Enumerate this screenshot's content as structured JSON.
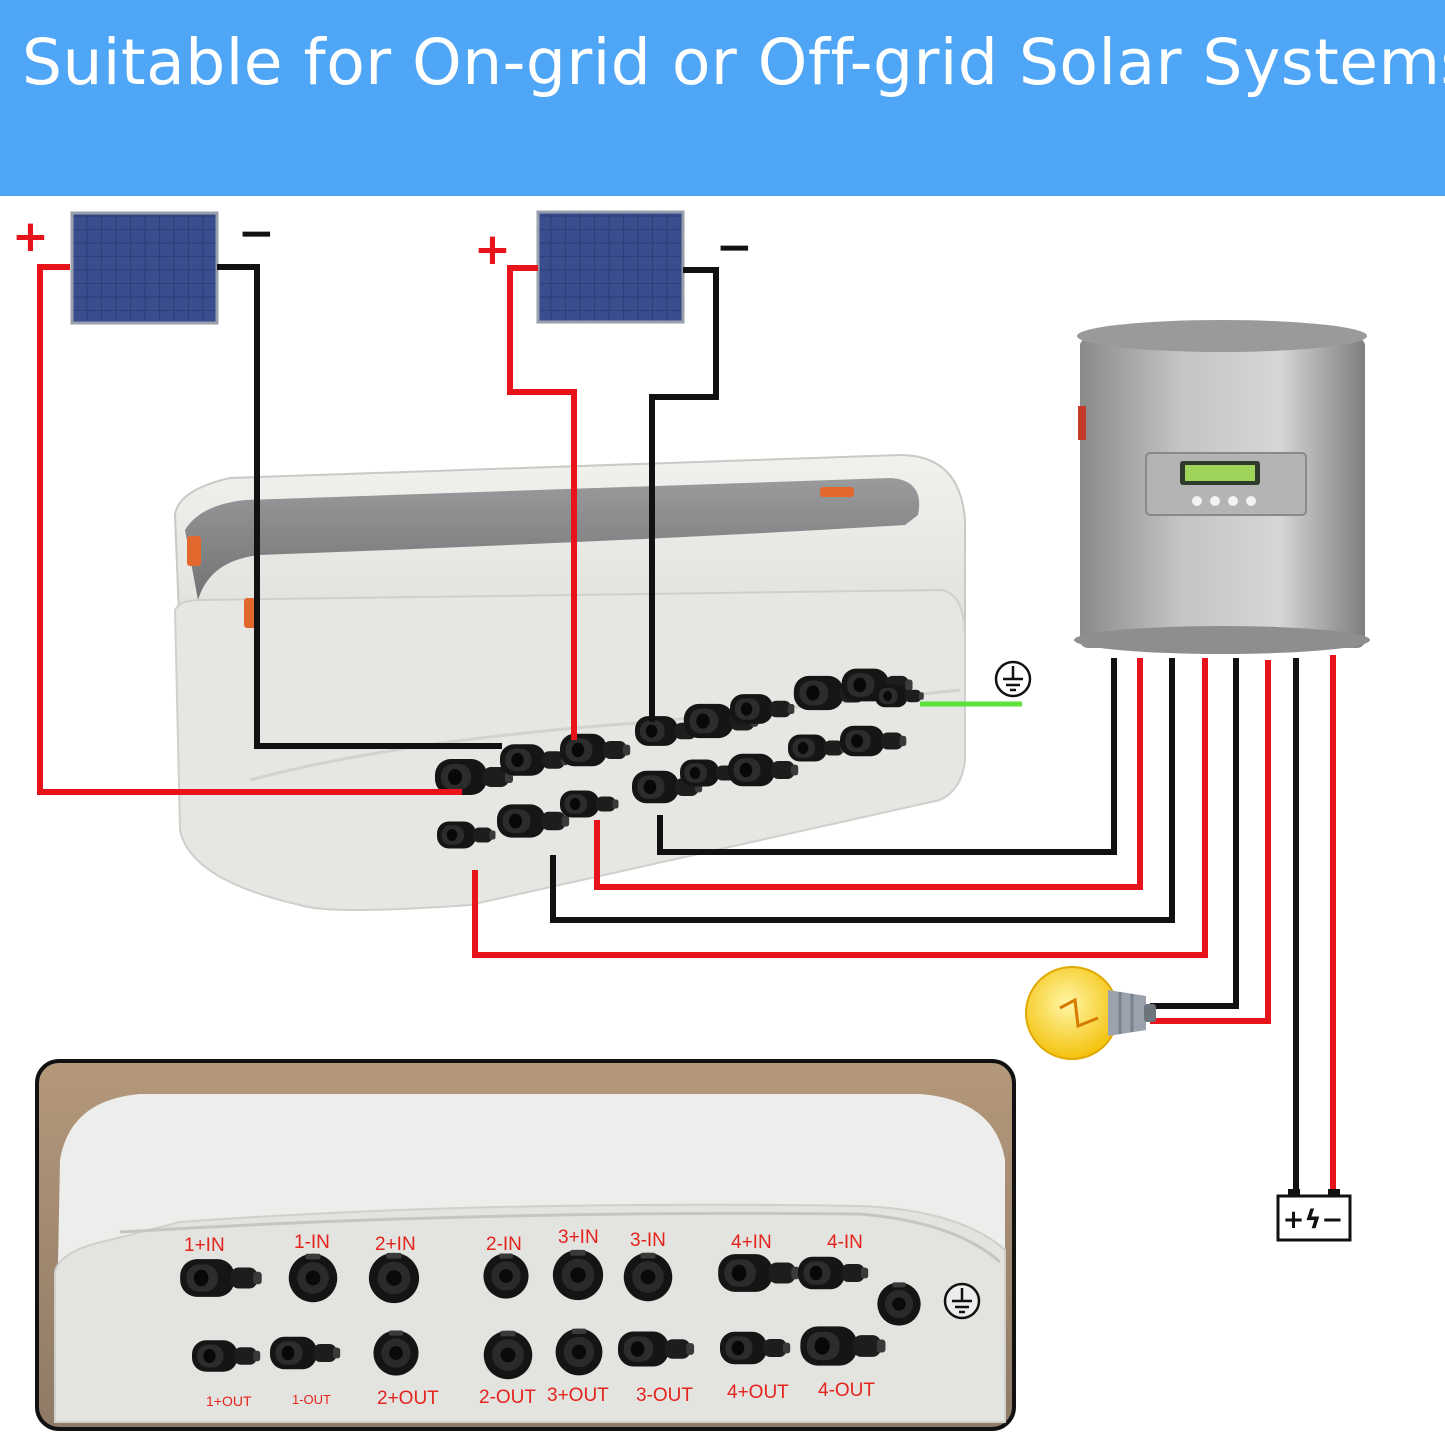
{
  "banner": {
    "title": "Suitable for On-grid or Off-grid Solar Systems",
    "background_color": "#4fa6f6",
    "text_color": "#ffffff"
  },
  "colors": {
    "positive_wire": "#e8141b",
    "negative_wire": "#111111",
    "ground_wire": "#5ee13a"
  },
  "panels": [
    {
      "positive_symbol": "+",
      "negative_symbol": "−"
    },
    {
      "positive_symbol": "+",
      "negative_symbol": "−"
    }
  ],
  "icons": {
    "controller": "charge-controller-icon",
    "bulb": "light-bulb-icon",
    "battery": "battery-icon",
    "ground": "ground-symbol-icon"
  },
  "battery_symbols": "+ϟ−",
  "port_labels_top": [
    "1+IN",
    "1-IN",
    "2+IN",
    "2-IN",
    "3+IN",
    "3-IN",
    "4+IN",
    "4-IN"
  ],
  "port_labels_bottom": [
    "1+OUT",
    "1-OUT",
    "2+OUT",
    "2-OUT",
    "3+OUT",
    "3-OUT",
    "4+OUT",
    "4-OUT"
  ]
}
